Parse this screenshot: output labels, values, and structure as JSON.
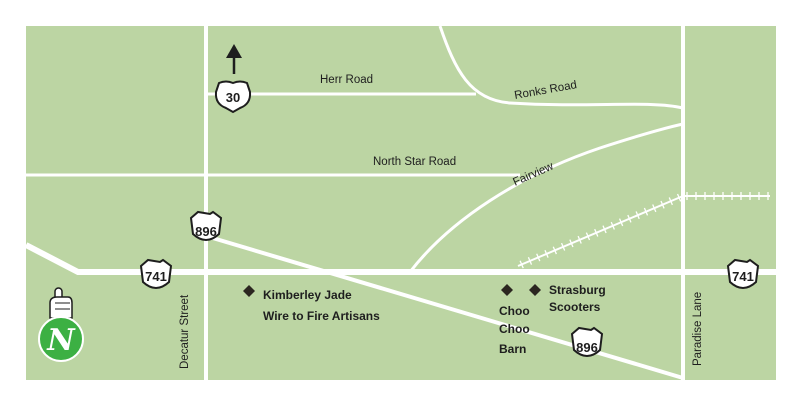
{
  "roads": {
    "herr": "Herr Road",
    "ronks": "Ronks Road",
    "north_star": "North Star Road",
    "fairview": "Fairview",
    "decatur": "Decatur Street",
    "paradise": "Paradise Lane"
  },
  "shields": {
    "us_route": "30",
    "pa_896_top": "896",
    "pa_896_bottom": "896",
    "pa_741_left": "741",
    "pa_741_right": "741"
  },
  "places": {
    "kimberley": [
      "Kimberley Jade",
      "Wire to Fire Artisans"
    ],
    "choo_choo": [
      "Choo",
      "Choo",
      "Barn"
    ],
    "strasburg": [
      "Strasburg",
      "Scooters"
    ]
  },
  "logo": {
    "letter": "N",
    "color": "#3cb043"
  },
  "colors": {
    "land": "#bcd5a3",
    "road": "#ffffff",
    "marker": "#2b2620"
  }
}
